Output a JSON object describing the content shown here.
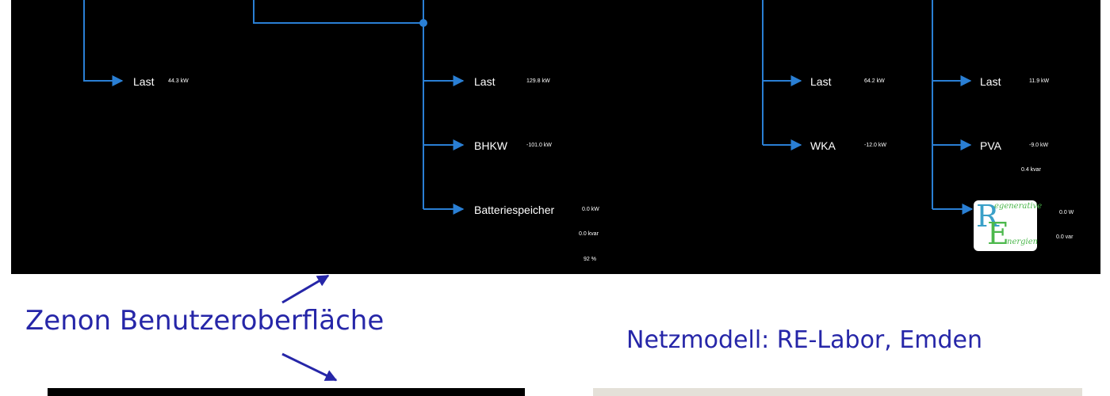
{
  "scada": {
    "background": "#000000",
    "line_color": "#2a7fd4",
    "branches": [
      {
        "label": "Last",
        "value": "44.3 kW"
      },
      {
        "label": "Last",
        "value": "129.8 kW"
      },
      {
        "label": "BHKW",
        "value": "-101.0 kW"
      },
      {
        "label": "Batteriespeicher",
        "values": [
          "0.0 kW",
          "0.0 kvar",
          "92 %"
        ]
      },
      {
        "label": "Last",
        "value": "64.2 kW"
      },
      {
        "label": "WKA",
        "value": "-12.0 kW"
      },
      {
        "label": "Last",
        "value": "11.9 kW"
      },
      {
        "label": "PVA",
        "values": [
          "-9.0 kW",
          "0.4 kvar"
        ]
      },
      {
        "icon": "regenerative-energien-logo",
        "values": [
          "0.0 W",
          "0.0 var"
        ]
      }
    ],
    "logo": {
      "letter_r": "R",
      "letter_e": "E",
      "word_top": "egenerative",
      "word_bottom": "nergien"
    }
  },
  "captions": {
    "left": "Zenon Benutzeroberfläche",
    "right": "Netzmodell: RE-Labor, Emden",
    "color": "#2626a8"
  }
}
